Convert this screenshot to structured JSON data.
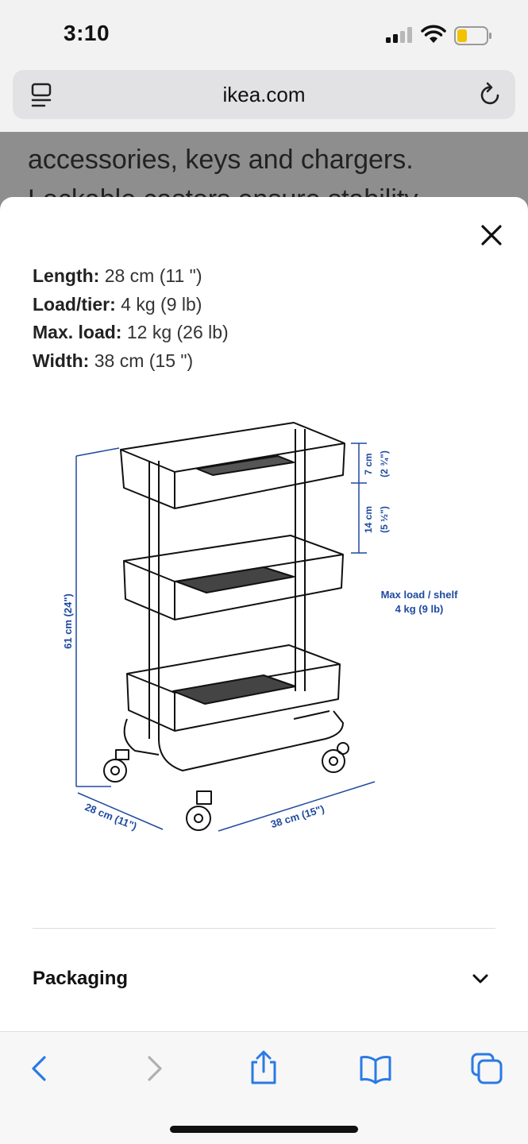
{
  "status": {
    "time": "3:10"
  },
  "browser": {
    "url": "ikea.com"
  },
  "background": {
    "line1": "accessories, keys and chargers.",
    "line2": "Lockable castors ensure stability"
  },
  "specs": [
    {
      "label": "Length:",
      "value": "28 cm (11 \")"
    },
    {
      "label": "Load/tier:",
      "value": "4 kg (9 lb)"
    },
    {
      "label": "Max. load:",
      "value": "12 kg (26 lb)"
    },
    {
      "label": "Width:",
      "value": "38 cm (15 \")"
    }
  ],
  "diagram": {
    "height_label": "61 cm (24\")",
    "depth_label": "28 cm (11\")",
    "width_label": "38 cm (15\")",
    "top_label_cm": "7 cm",
    "top_label_in": "(2 ¾\")",
    "gap_label_cm": "14 cm",
    "gap_label_in": "(5 ½\")",
    "load_line1": "Max load / shelf",
    "load_line2": "4 kg (9 lb)",
    "accent_color": "#1f4aa0"
  },
  "accordion": {
    "packaging_label": "Packaging"
  },
  "colors": {
    "link_blue": "#2a7ae4"
  }
}
